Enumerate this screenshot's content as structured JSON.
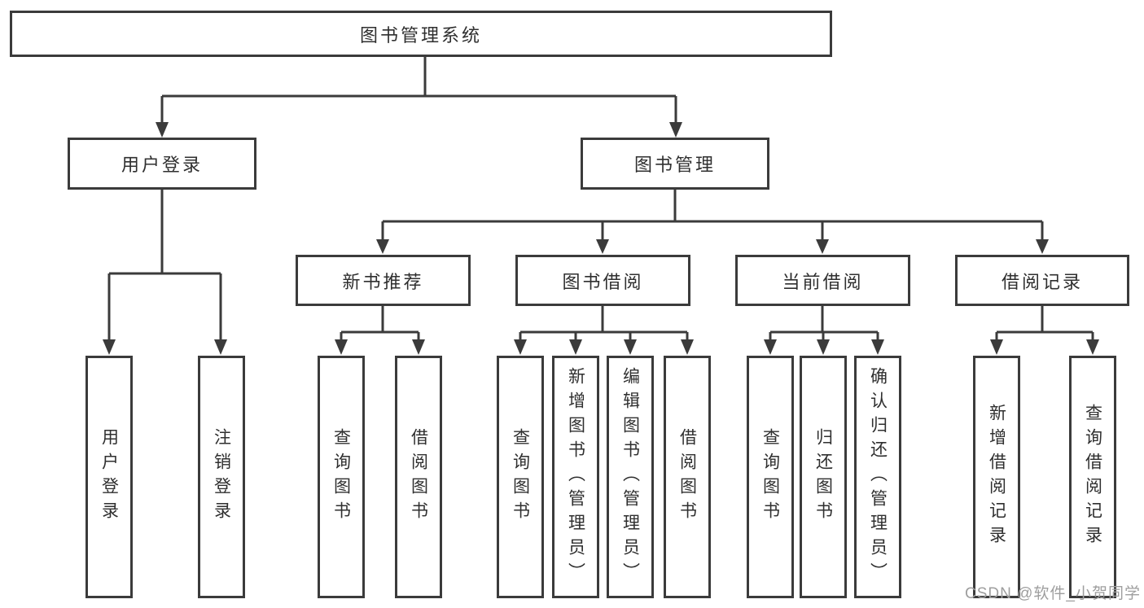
{
  "tree": {
    "label": "图书管理系统",
    "children": [
      {
        "label": "用户登录",
        "children": [
          {
            "label": "用户登录"
          },
          {
            "label": "注销登录"
          }
        ]
      },
      {
        "label": "图书管理",
        "children": [
          {
            "label": "新书推荐",
            "children": [
              {
                "label": "查询图书"
              },
              {
                "label": "借阅图书"
              }
            ]
          },
          {
            "label": "图书借阅",
            "children": [
              {
                "label": "查询图书"
              },
              {
                "label": "新增图书（管理员）"
              },
              {
                "label": "编辑图书（管理员）"
              },
              {
                "label": "借阅图书"
              }
            ]
          },
          {
            "label": "当前借阅",
            "children": [
              {
                "label": "查询图书"
              },
              {
                "label": "归还图书"
              },
              {
                "label": "确认归还（管理员）"
              }
            ]
          },
          {
            "label": "借阅记录",
            "children": [
              {
                "label": "新增借阅记录"
              },
              {
                "label": "查询借阅记录"
              }
            ]
          }
        ]
      }
    ]
  },
  "watermark": "CSDN @软件_小贺同学",
  "colors": {
    "line": "#3b3b3b",
    "text": "#2f2f2f",
    "background": "#ffffff",
    "watermark": "#9e9e9e"
  }
}
